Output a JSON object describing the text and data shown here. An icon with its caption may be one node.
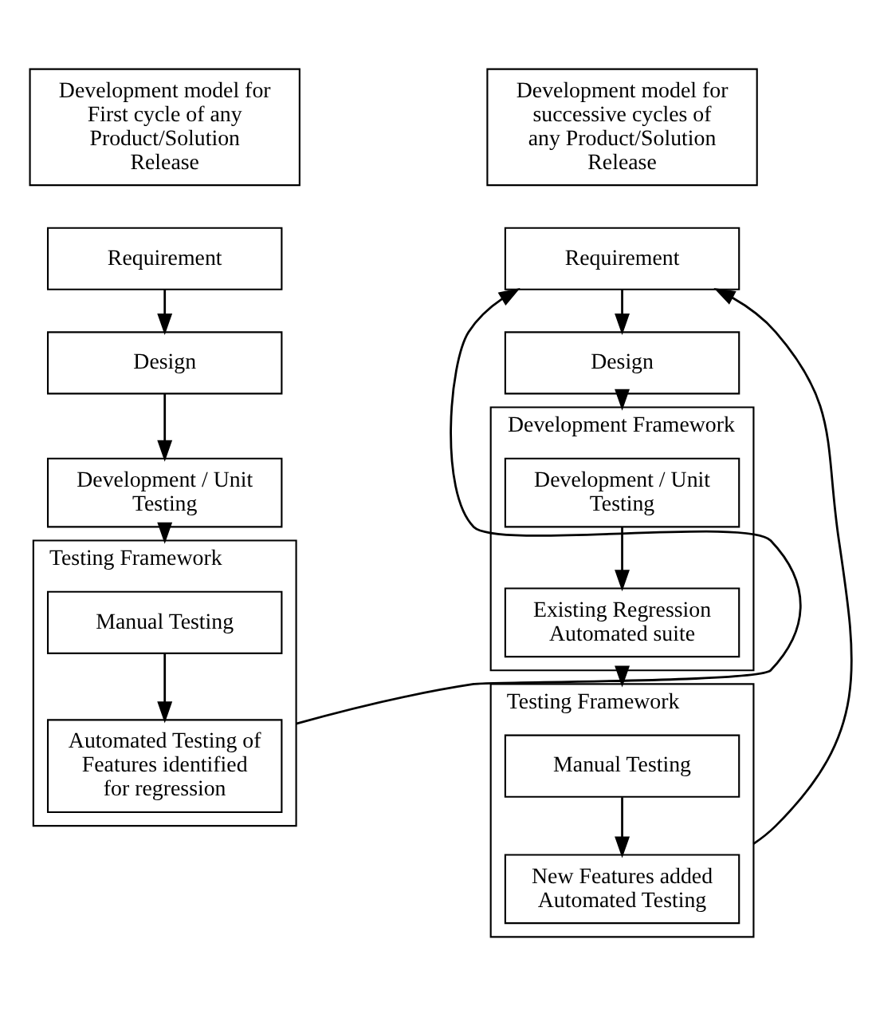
{
  "diagram": {
    "nodes": [
      {
        "text": [
          "Development model for First cycle of any Product/Solution Release"
        ]
      },
      {
        "text": [
          "Requirement"
        ]
      },
      {
        "text": [
          "Design"
        ]
      },
      {
        "text": [
          "Development / Unit Testing"
        ]
      },
      {
        "text": [
          "Testing Framework"
        ]
      },
      {
        "text": [
          "Manual Testing"
        ],
        "in": 4
      },
      {
        "text": [
          "Automated Testing of Features identified for regression"
        ],
        "in": 4
      },
      {
        "text": [
          "Development model for successive cycles of any Product/Solution Release"
        ]
      },
      {
        "text": [
          "Requirement"
        ]
      },
      {
        "text": [
          "Design"
        ]
      },
      {
        "text": [
          "Development Framework"
        ]
      },
      {
        "text": [
          "Development / Unit Testing"
        ],
        "in": 10
      },
      {
        "text": [
          "Existing Regression Automated suite"
        ],
        "in": 10
      },
      {
        "text": [
          "Testing Framework"
        ]
      },
      {
        "text": [
          "Manual Testing"
        ],
        "in": 13
      },
      {
        "text": [
          "New Features added Automated Testing"
        ],
        "in": 13
      }
    ],
    "edges": [
      {
        "from": 1,
        "to": 2,
        "arrow": "to"
      },
      {
        "from": 2,
        "to": 3,
        "arrow": "to"
      },
      {
        "from": 3,
        "to": 4,
        "arrow": "to"
      },
      {
        "from": 5,
        "to": 6,
        "arrow": "to"
      },
      {
        "from": 4,
        "to": 8,
        "arrow": "to"
      },
      {
        "from": 8,
        "to": 9,
        "arrow": "to"
      },
      {
        "from": 9,
        "to": 10,
        "arrow": "to"
      },
      {
        "from": 11,
        "to": 12,
        "arrow": "to"
      },
      {
        "from": 10,
        "to": 13,
        "arrow": "to"
      },
      {
        "from": 14,
        "to": 15,
        "arrow": "to"
      },
      {
        "from": 13,
        "to": 8,
        "arrow": "to"
      }
    ]
  }
}
